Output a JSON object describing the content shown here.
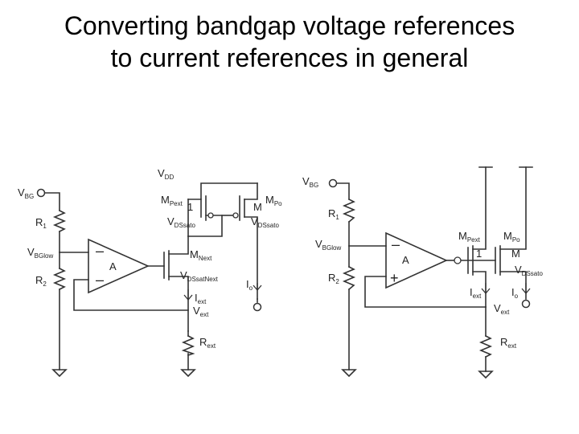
{
  "title": {
    "line1": "Converting bandgap voltage references",
    "line2": "to current references in general"
  },
  "left": {
    "vbg": {
      "main": "V",
      "sub": "BG"
    },
    "r1": {
      "main": "R",
      "sub": "1"
    },
    "vbglow": {
      "main": "V",
      "sub": "BGlow"
    },
    "r2": {
      "main": "R",
      "sub": "2"
    },
    "amp_minus_top": "–",
    "amp_minus_bottom": "–",
    "amp": "A",
    "vdd": {
      "main": "V",
      "sub": "DD"
    },
    "mpext": {
      "main": "M",
      "sub": "Pext"
    },
    "mpext_ratio": "1",
    "mpo": {
      "main": "M",
      "sub": "Po"
    },
    "mpo_m": "M",
    "vdssat_left": {
      "main": "V",
      "sub": "DSsato"
    },
    "vdssat_right": {
      "main": "V",
      "sub": "DSsato"
    },
    "mnext": {
      "main": "M",
      "sub": "Next"
    },
    "vdssatnext": {
      "main": "V",
      "sub": "DSsatNext"
    },
    "iext": {
      "main": "I",
      "sub": "ext"
    },
    "vext": {
      "main": "V",
      "sub": "ext"
    },
    "rext": {
      "main": "R",
      "sub": "ext"
    },
    "io": {
      "main": "I",
      "sub": "o"
    }
  },
  "right": {
    "vbg": {
      "main": "V",
      "sub": "BG"
    },
    "r1": {
      "main": "R",
      "sub": "1"
    },
    "vbglow": {
      "main": "V",
      "sub": "BGlow"
    },
    "r2": {
      "main": "R",
      "sub": "2"
    },
    "amp_minus": "–",
    "amp_plus": "+",
    "amp": "A",
    "mpext": {
      "main": "M",
      "sub": "Pext"
    },
    "mpext_ratio": "1",
    "mpo": {
      "main": "M",
      "sub": "Po"
    },
    "mpo_m": "M",
    "vdssat": {
      "main": "V",
      "sub": "DSsato"
    },
    "iext": {
      "main": "I",
      "sub": "ext"
    },
    "io": {
      "main": "I",
      "sub": "o"
    },
    "vext": {
      "main": "V",
      "sub": "ext"
    },
    "rext": {
      "main": "R",
      "sub": "ext"
    }
  }
}
